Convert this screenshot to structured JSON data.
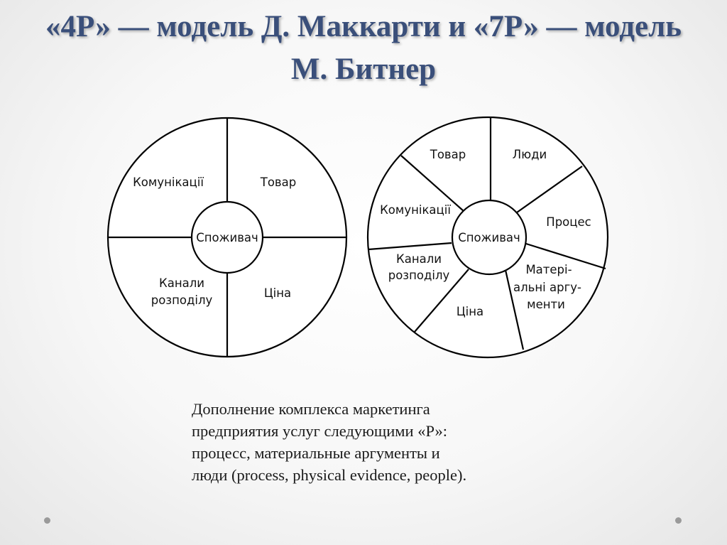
{
  "title": "«4Р» — модель Д. Маккарти и «7Р» — модель М. Битнер",
  "diagram_4p": {
    "center": "Споживач",
    "sectors": {
      "communications": "Комунікації",
      "product": "Товар",
      "channels": [
        "Канали",
        "розподілу"
      ],
      "price": "Ціна"
    }
  },
  "diagram_7p": {
    "center": "Споживач",
    "sectors": {
      "product": "Товар",
      "people": "Люди",
      "process": "Процес",
      "evidence": [
        "Матері-",
        "альні аргу-",
        "менти"
      ],
      "price": "Ціна",
      "channels": [
        "Канали",
        "розподілу"
      ],
      "communications": "Комунікації"
    }
  },
  "caption": "Дополнение комплекса маркетинга\nпредприятия услуг следующими  «Р»:\nпроцесс, материальные аргументы и\nлюди (process, physical evidence, people)."
}
